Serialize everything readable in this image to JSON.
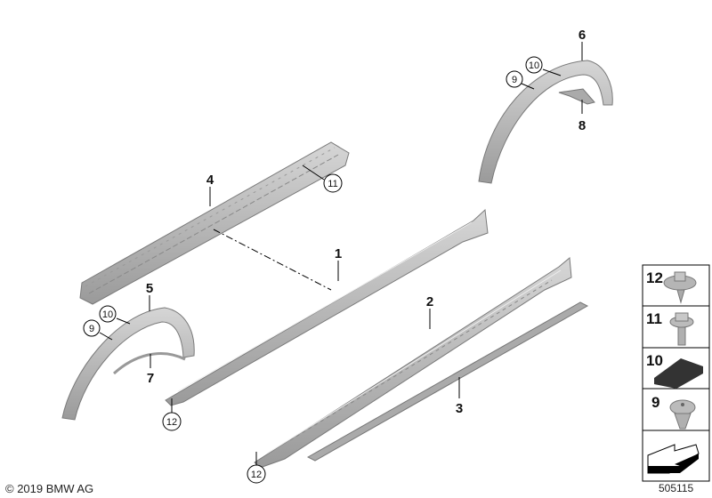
{
  "callouts": {
    "p1": "1",
    "p2": "2",
    "p3": "3",
    "p4": "4",
    "p5": "5",
    "p6": "6",
    "p7": "7",
    "p8": "8",
    "c9a": "9",
    "c10a": "10",
    "c9b": "9",
    "c10b": "10",
    "c11": "11",
    "c12a": "12",
    "c12b": "12"
  },
  "legend": [
    {
      "label": "12",
      "icon": "screw-with-washer-icon"
    },
    {
      "label": "11",
      "icon": "hex-bolt-icon"
    },
    {
      "label": "10",
      "icon": "pad-icon"
    },
    {
      "label": "9",
      "icon": "expanding-rivet-icon"
    },
    {
      "label": "",
      "icon": "direction-arrow-icon"
    }
  ],
  "copyright": "© 2019 BMW AG",
  "diagram_number": "505115",
  "colors": {
    "part_fill": "#b9b9b9",
    "part_stroke": "#7a7a7a",
    "pad": "#333333"
  }
}
